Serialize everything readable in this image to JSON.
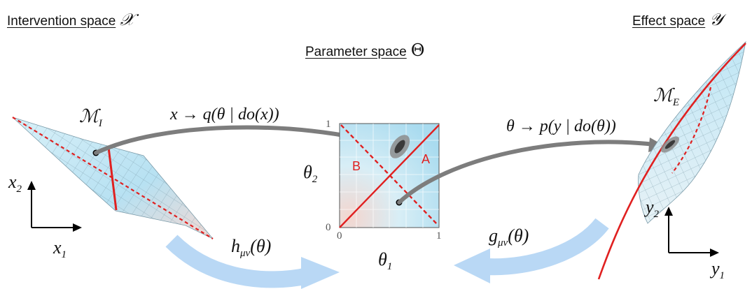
{
  "titles": {
    "intervention": "Intervention space",
    "intervention_symbol": "𝒳",
    "parameter": "Parameter space",
    "parameter_symbol": "Θ",
    "effect": "Effect space",
    "effect_symbol": "𝒴"
  },
  "manifolds": {
    "intervention": "ℳ",
    "intervention_sub": "I",
    "effect": "ℳ",
    "effect_sub": "E"
  },
  "maps": {
    "q_map": "x → q(θ | do(x))",
    "p_map": "θ → p(y | do(θ))",
    "h_map": "h",
    "h_sub": "μν",
    "h_arg": "(θ)",
    "g_map": "g",
    "g_sub": "μν",
    "g_arg": "(θ)"
  },
  "axes": {
    "x2": "x",
    "x2_sub": "2",
    "x1": "x",
    "x1_sub": "1",
    "y2": "y",
    "y2_sub": "2",
    "y1": "y",
    "y1_sub": "1",
    "theta2": "θ",
    "theta2_sub": "2",
    "theta1": "θ",
    "theta1_sub": "1"
  },
  "ticks": {
    "y_top": "1",
    "y_zero": "0",
    "x_zero": "0",
    "x_one": "1"
  },
  "regions": {
    "a": "A",
    "b": "B"
  },
  "colors": {
    "red": "#e02020",
    "arrow_gray": "#808080",
    "blue_arrow": "#b9d8f5",
    "surface_blue": "#bfe3f2"
  }
}
